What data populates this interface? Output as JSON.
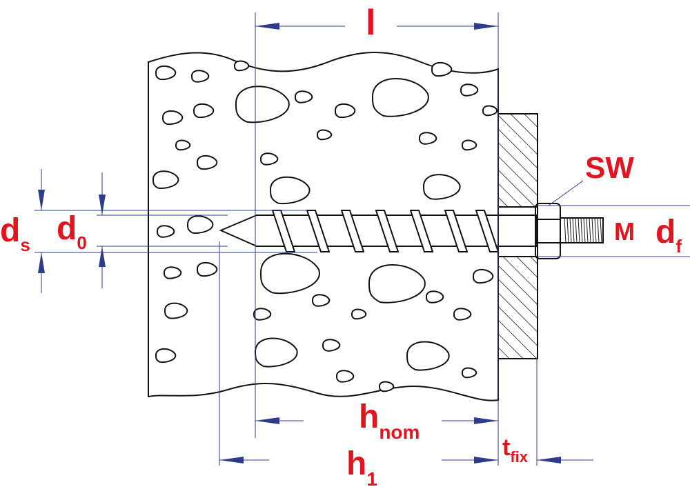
{
  "title": "Concrete screw anchor installation dimensions",
  "colors": {
    "label": "#e3141d",
    "dimension": "#2e3c8c",
    "ink": "#111111"
  },
  "labels": {
    "length": "l",
    "wrench_size": "SW",
    "ds_main": "d",
    "ds_sub": "s",
    "d0_main": "d",
    "d0_sub": "0",
    "thread": "M",
    "df_main": "d",
    "df_sub": "f",
    "hnom_main": "h",
    "hnom_sub": "nom",
    "h1_main": "h",
    "h1_sub": "1",
    "tfix_main": "t",
    "tfix_sub": "fix"
  }
}
